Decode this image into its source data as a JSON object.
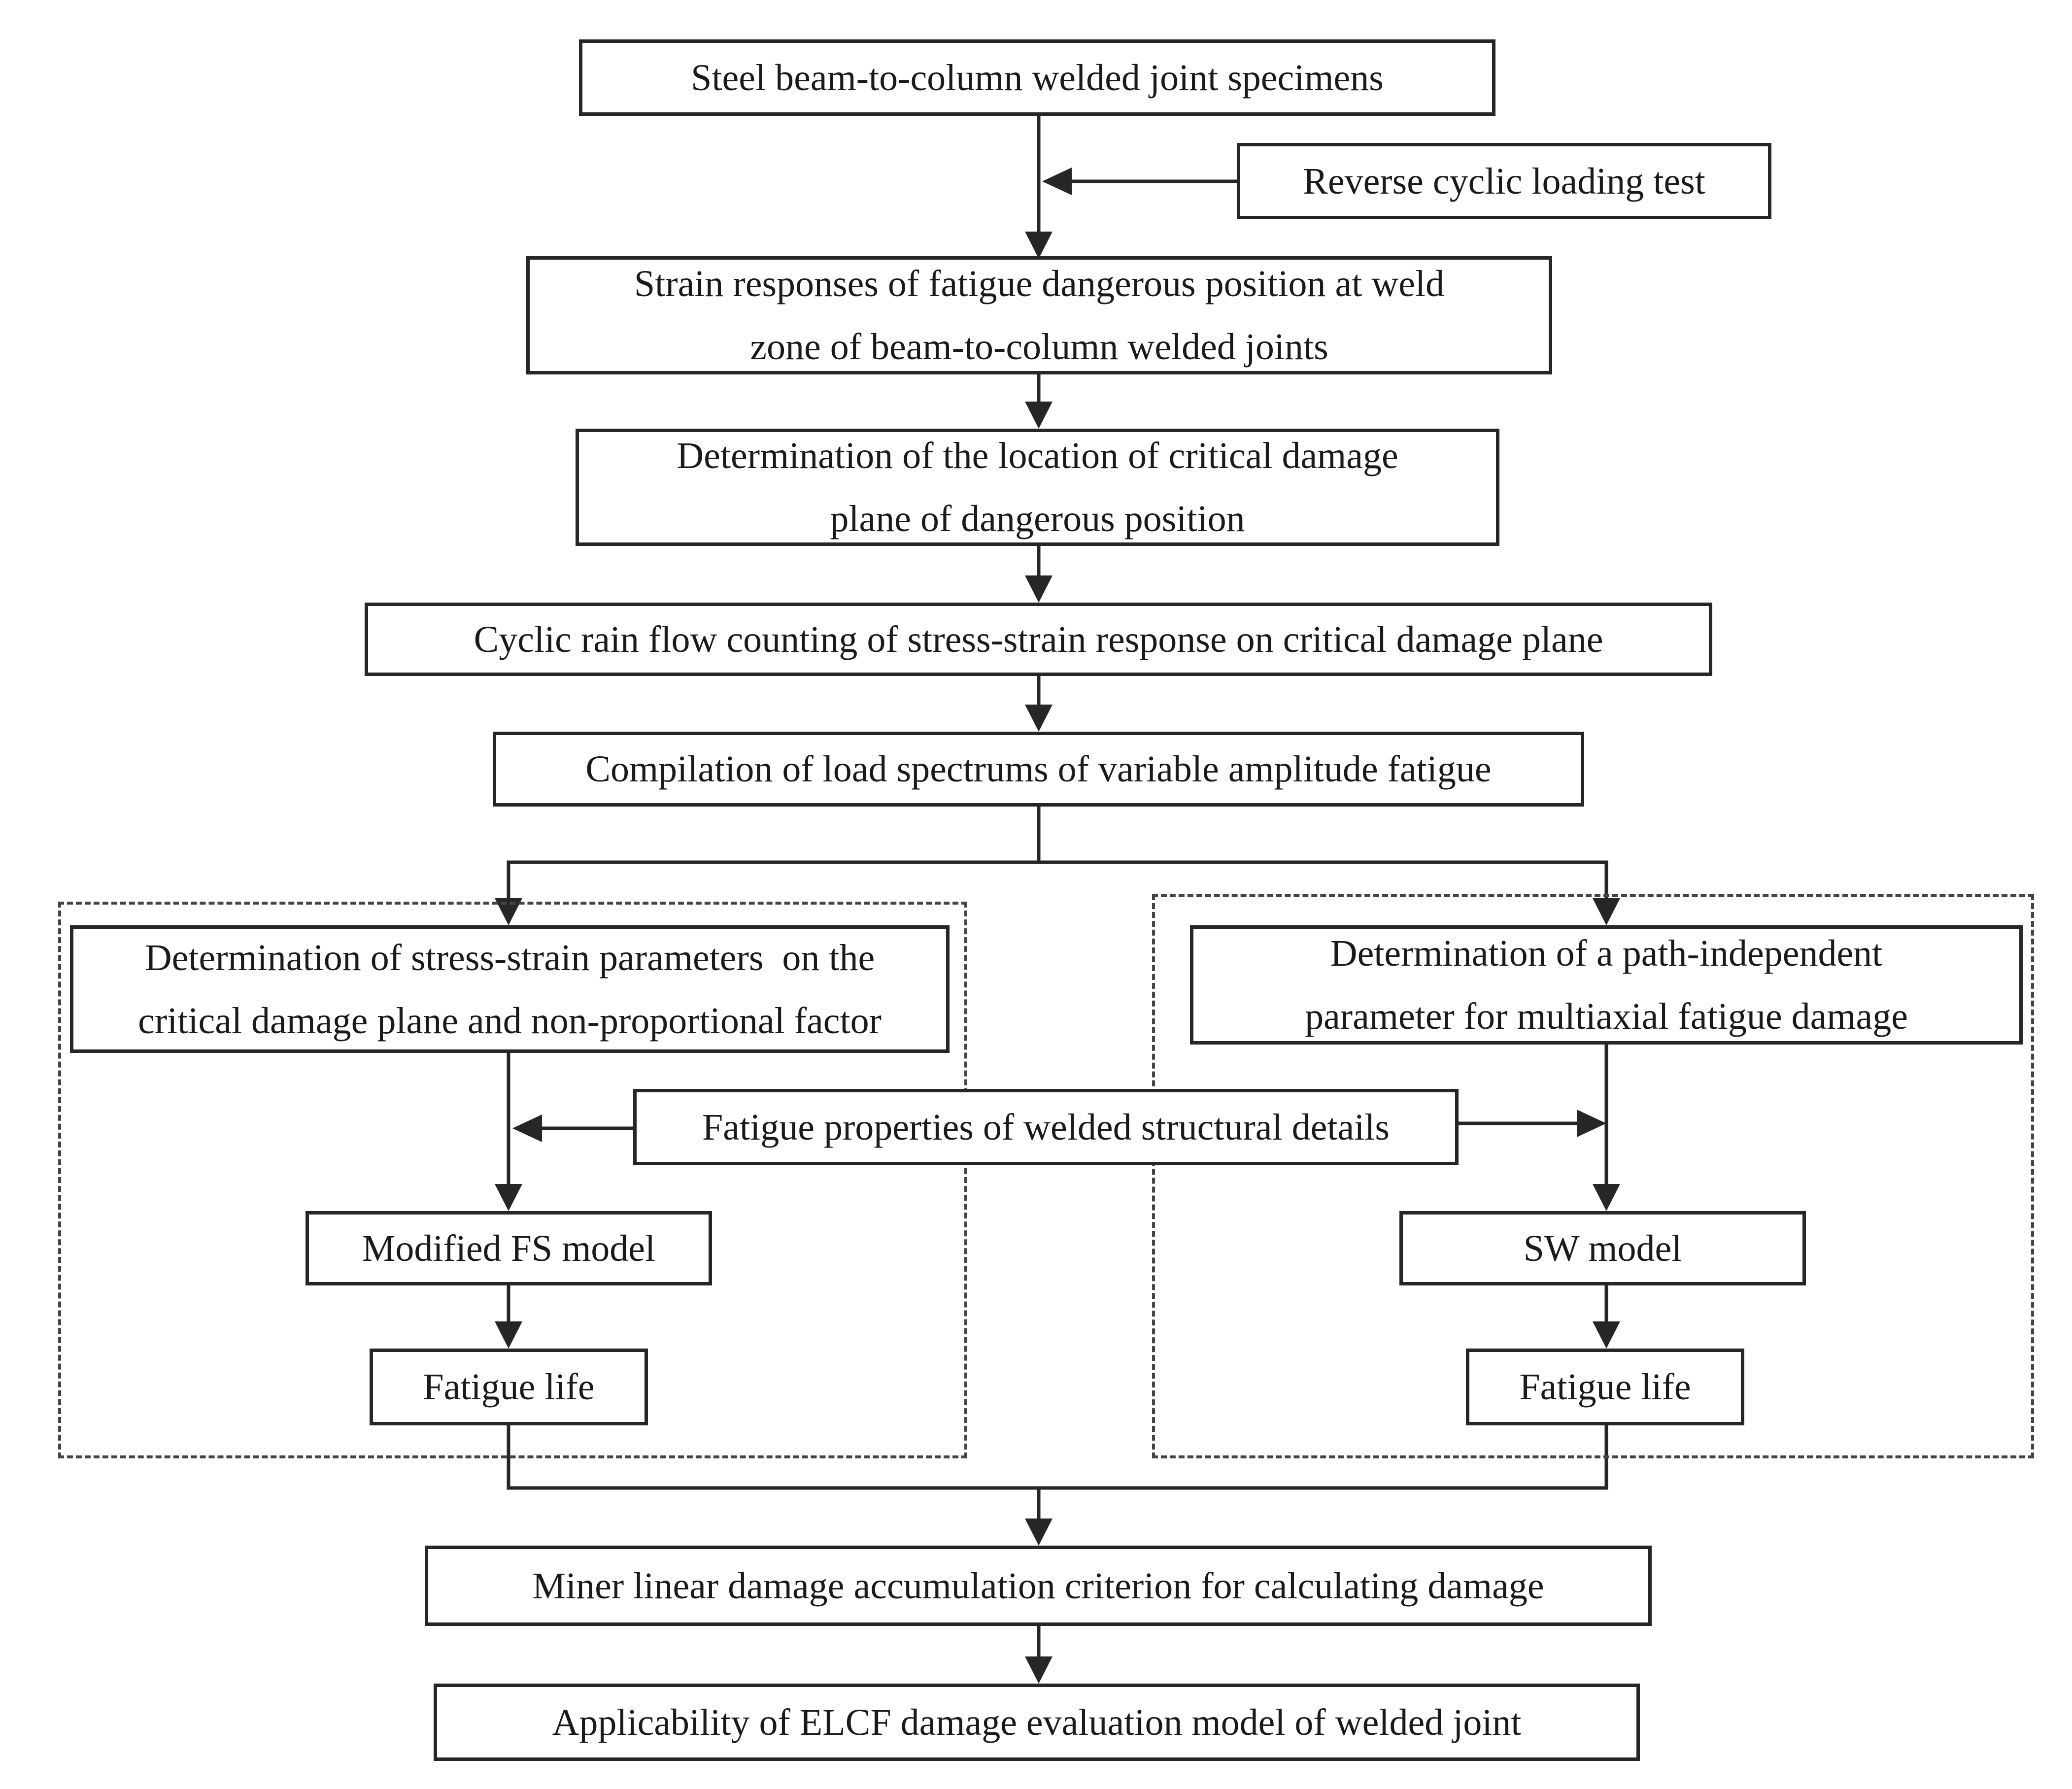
{
  "diagram": {
    "nodes": {
      "specimens": "Steel beam-to-column welded joint specimens",
      "loading_test": "Reverse cyclic loading test",
      "strain_responses": [
        "Strain responses of fatigue dangerous position at weld",
        "zone of beam-to-column welded joints"
      ],
      "critical_plane": [
        "Determination of the location of critical damage",
        "plane of dangerous position"
      ],
      "rain_flow": "Cyclic rain flow counting of stress-strain response on critical damage plane",
      "load_spectrums": "Compilation of load spectrums of variable amplitude fatigue",
      "stress_strain_params": [
        "Determination of stress-strain parameters  on the",
        "critical damage plane and non-proportional factor"
      ],
      "path_independent": [
        "Determination of a path-independent",
        "parameter for multiaxial fatigue damage"
      ],
      "fatigue_properties": "Fatigue properties of welded structural details",
      "fs_model": "Modified FS model",
      "sw_model": "SW model",
      "fatigue_life_left": "Fatigue life",
      "fatigue_life_right": "Fatigue life",
      "miner": "Miner linear damage accumulation criterion for calculating damage",
      "applicability": "Applicability of ELCF damage evaluation model of welded joint"
    },
    "edges": [
      {
        "from": "specimens",
        "to": "strain_responses"
      },
      {
        "from": "loading_test",
        "to": "specimens-strain_responses link"
      },
      {
        "from": "strain_responses",
        "to": "critical_plane"
      },
      {
        "from": "critical_plane",
        "to": "rain_flow"
      },
      {
        "from": "rain_flow",
        "to": "load_spectrums"
      },
      {
        "from": "load_spectrums",
        "to": "stress_strain_params"
      },
      {
        "from": "load_spectrums",
        "to": "path_independent"
      },
      {
        "from": "stress_strain_params",
        "to": "fs_model"
      },
      {
        "from": "path_independent",
        "to": "sw_model"
      },
      {
        "from": "fatigue_properties",
        "to": "stress_strain_params-fs_model link"
      },
      {
        "from": "fatigue_properties",
        "to": "path_independent-sw_model link"
      },
      {
        "from": "fs_model",
        "to": "fatigue_life_left"
      },
      {
        "from": "sw_model",
        "to": "fatigue_life_right"
      },
      {
        "from": "fatigue_life_left",
        "to": "miner"
      },
      {
        "from": "fatigue_life_right",
        "to": "miner"
      },
      {
        "from": "miner",
        "to": "applicability"
      }
    ],
    "colors": {
      "line": "#262626",
      "dash": "#444444",
      "background": "#ffffff"
    }
  }
}
